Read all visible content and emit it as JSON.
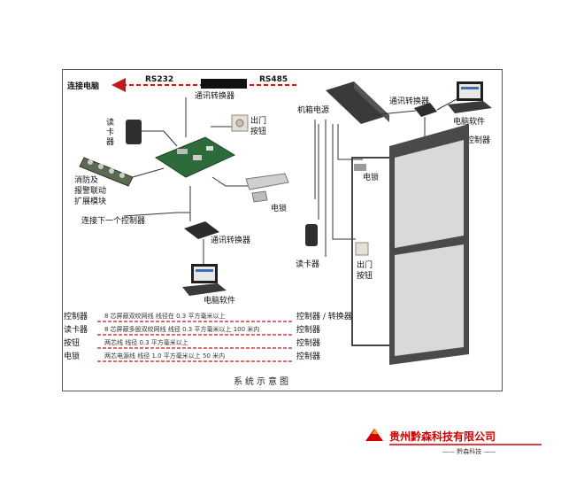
{
  "diagram": {
    "top_left_label": "连接电脑",
    "rs232": "RS232",
    "rs485": "RS485",
    "converter_top": "通讯转换器",
    "card_reader_left": "读卡器",
    "exit_button_left_1": "出门",
    "exit_button_left_2": "按钮",
    "fire_alarm_1": "消防及",
    "fire_alarm_2": "报警联动",
    "fire_alarm_3": "扩展模块",
    "lock_left": "电锁",
    "next_controller_left": "连接下一个控制器",
    "converter_mid": "通讯转换器",
    "pc_software_left": "电脑软件",
    "chassis_power": "机箱电源",
    "converter_right": "通讯转换器",
    "pc_software_right": "电脑软件",
    "next_controller_right": "连接下一个控制器",
    "lock_right": "电锁",
    "card_reader_right": "读卡器",
    "exit_button_right_1": "出门",
    "exit_button_right_2": "按钮",
    "caption": "系统示意图"
  },
  "wiring_table": [
    {
      "left": "控制器",
      "spec": "8 芯屏蔽双绞网线  线径在 0.3 平方毫米以上",
      "right": "控制器 / 转换器"
    },
    {
      "left": "读卡器",
      "spec": "8 芯屏蔽多股双绞网线  线径 0.3 平方毫米以上  100 米内",
      "right": "控制器"
    },
    {
      "left": "按钮",
      "spec": "两芯线  线径 0.3 平方毫米以上",
      "right": "控制器"
    },
    {
      "left": "电锁",
      "spec": "两芯电源线  线径 1.0 平方毫米以上  50 米内",
      "right": "控制器"
    }
  ],
  "company": {
    "name": "贵州黔森科技有限公司",
    "sub": "—— 黔森科技 ——"
  },
  "colors": {
    "red": "#c01818",
    "logo_red": "#d00000",
    "logo_gold": "#e0a020"
  }
}
